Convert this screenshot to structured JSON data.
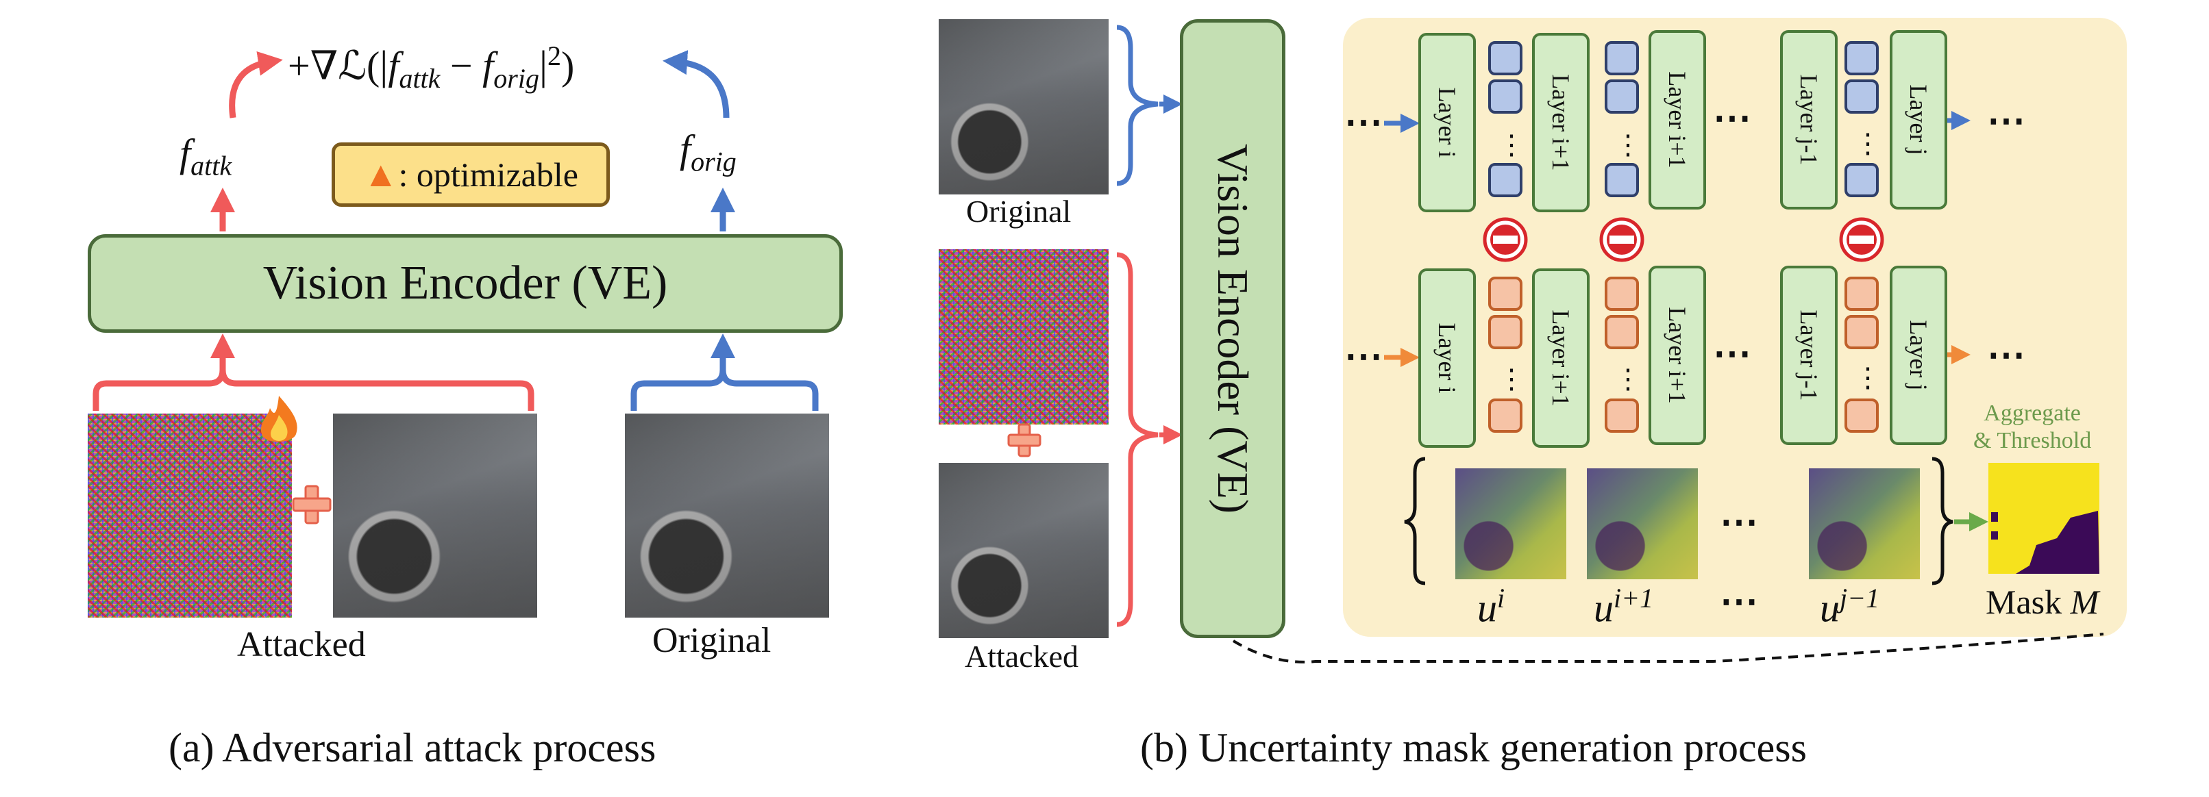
{
  "panel_a": {
    "caption": "(a) Adversarial attack process",
    "encoder_label": "Vision Encoder (VE)",
    "optimizable_icon": "fire-icon",
    "optimizable_label": ": optimizable",
    "f_attk": "f",
    "f_attk_sub": "attk",
    "f_orig": "f",
    "f_orig_sub": "orig",
    "loss_prefix": "+∇ℒ(",
    "loss_f1": "f",
    "loss_f1_sub": "attk",
    "loss_minus": " − ",
    "loss_f2": "f",
    "loss_f2_sub": "orig",
    "loss_sup": "2",
    "loss_suffix": ")",
    "attacked_label": "Attacked",
    "original_label": "Original",
    "plus_symbol": "+"
  },
  "panel_b": {
    "caption": "(b) Uncertainty mask generation process",
    "encoder_label": "Vision Encoder (VE)",
    "original_label": "Original",
    "attacked_label": "Attacked",
    "top_layers": [
      "Layer i",
      "Layer i+1",
      "Layer i+1",
      "Layer j-1",
      "Layer j"
    ],
    "bottom_layers": [
      "Layer i",
      "Layer i+1",
      "Layer i+1",
      "Layer j-1",
      "Layer j"
    ],
    "ellipsis": "⋯",
    "vdots": "⋮",
    "minus_symbol": "−",
    "u_base": "u",
    "u_sups": [
      "i",
      "i+1",
      "j−1"
    ],
    "aggregate_line1": "Aggregate",
    "aggregate_line2": "& Threshold",
    "mask_label": "Mask",
    "mask_symbol": "M",
    "plus_symbol": "+"
  },
  "colors": {
    "attack_arrow": "#f05a5a",
    "orig_arrow": "#4a78c8",
    "encoder_fill": "#c4dfb3",
    "panel_fill": "#fbefcb",
    "feature_blue": "#b4c6e8",
    "feature_orange": "#f6c3a6",
    "mask_yellow": "#f6e21d",
    "mask_purple": "#3b0a57",
    "aggregate_green": "#6c9a4c"
  }
}
